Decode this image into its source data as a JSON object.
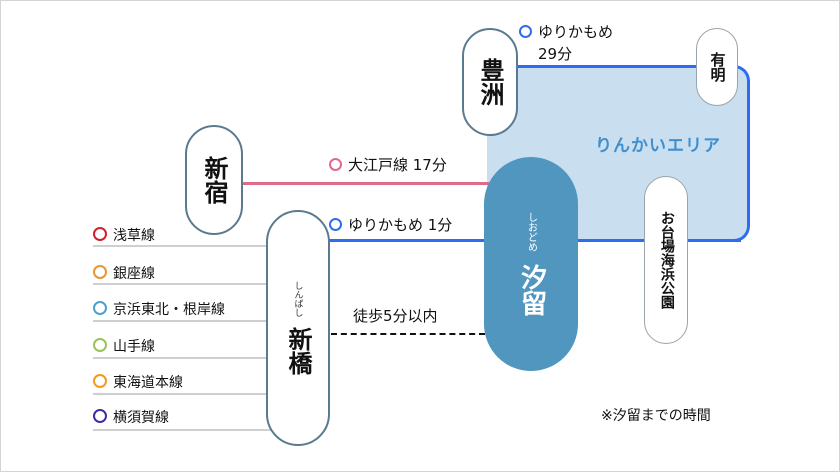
{
  "area": {
    "label": "りんかいエリア",
    "color": "#c9dff0"
  },
  "colors": {
    "yurikamome": "#2f6df0",
    "oedo": "#e06a8a",
    "shiodome": "#5096bf"
  },
  "stations": {
    "toyosu": {
      "name": "豊洲"
    },
    "ariake": {
      "name": "有明"
    },
    "shinjuku": {
      "name": "新宿"
    },
    "shimbashi": {
      "name": "新橋",
      "ruby": "しんばし"
    },
    "shiodome": {
      "name": "汐留",
      "ruby": "しおどめ"
    },
    "odaiba": {
      "name": "お台場海浜公園"
    }
  },
  "routes": {
    "yurikamome_toyosu": {
      "line": "ゆりかもめ",
      "time": "29分"
    },
    "oedo_shinjuku": {
      "text": "大江戸線 17分"
    },
    "yurikamome_shimbashi": {
      "text": "ゆりかもめ 1分"
    },
    "walk": {
      "text": "徒歩5分以内"
    }
  },
  "legend": [
    {
      "name": "浅草線",
      "color": "#d2202e"
    },
    {
      "name": "銀座線",
      "color": "#e8962e"
    },
    {
      "name": "京浜東北・根岸線",
      "color": "#4aa3c8"
    },
    {
      "name": "山手線",
      "color": "#9ac45a"
    },
    {
      "name": "東海道本線",
      "color": "#f39a1e"
    },
    {
      "name": "横須賀線",
      "color": "#3a2fa0"
    }
  ],
  "note": "※汐留までの時間"
}
